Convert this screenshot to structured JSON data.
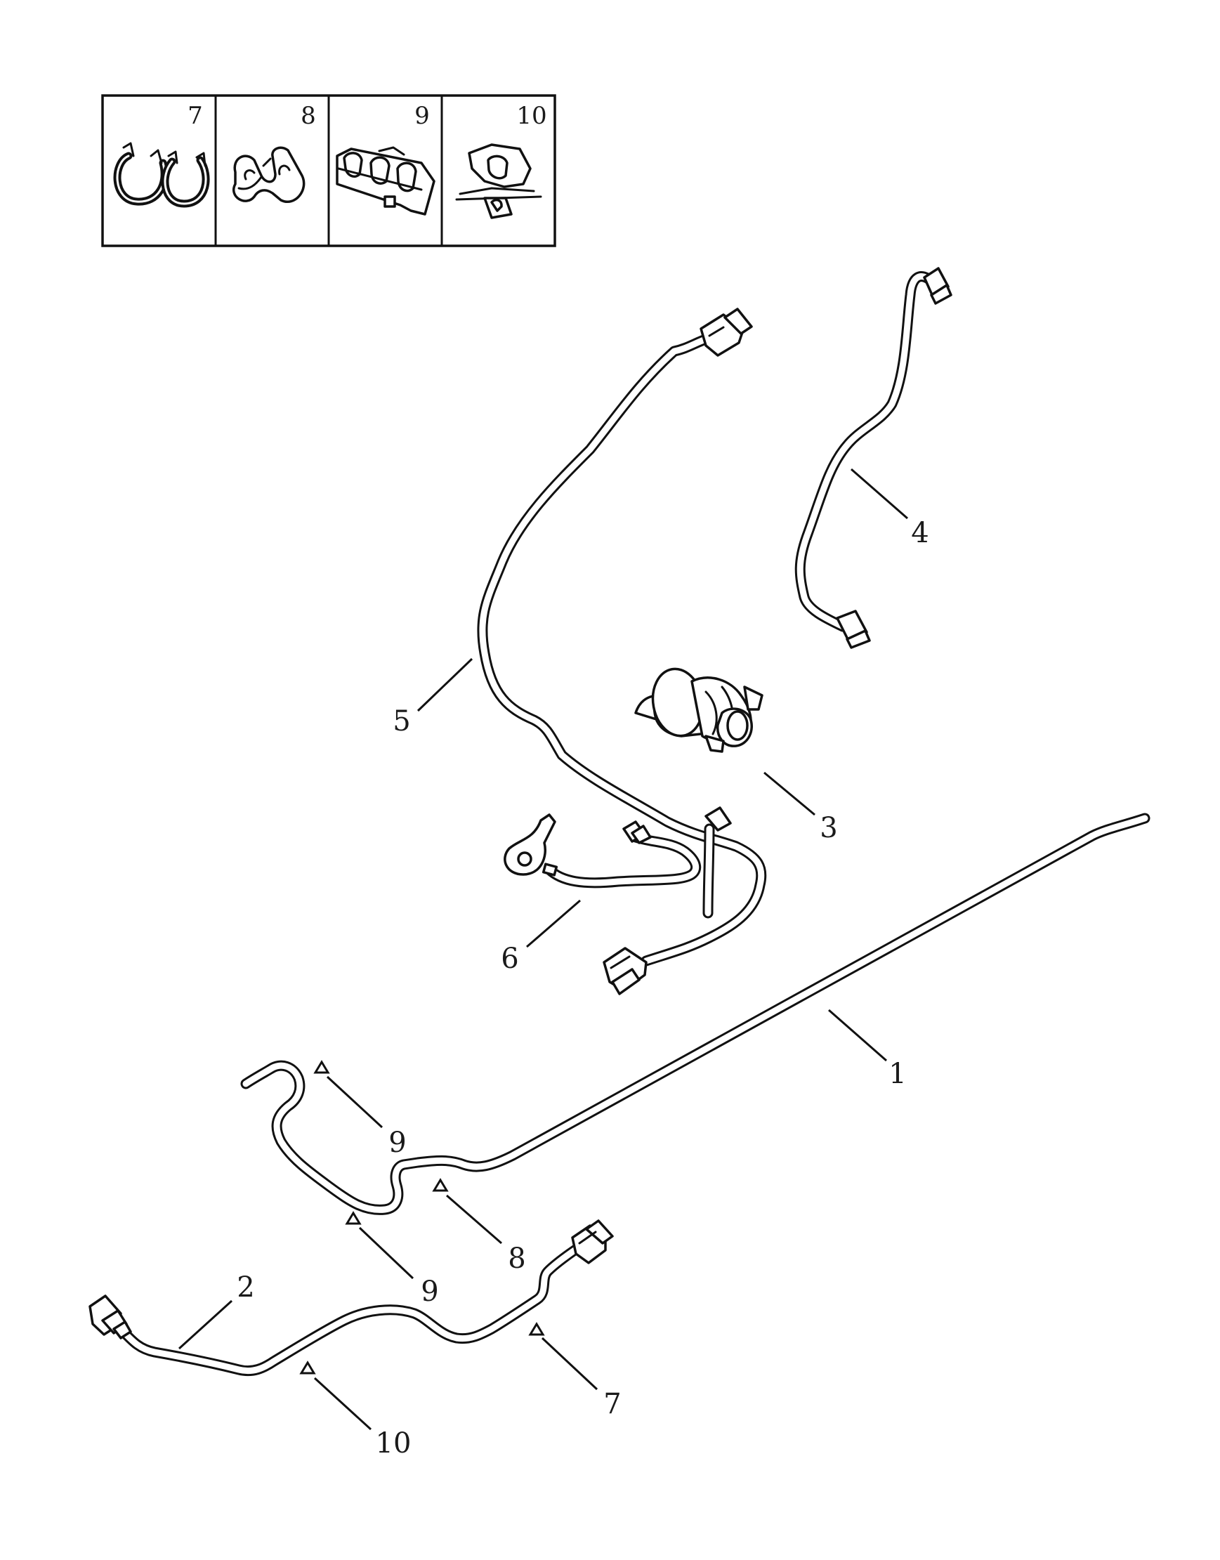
{
  "clip_panel": {
    "cells": [
      {
        "number": "7"
      },
      {
        "number": "8"
      },
      {
        "number": "9"
      },
      {
        "number": "10"
      }
    ]
  },
  "callouts": {
    "c1": "1",
    "c2": "2",
    "c3": "3",
    "c4": "4",
    "c5": "5",
    "c6": "6",
    "c7": "7",
    "c8": "8",
    "c9a": "9",
    "c9b": "9",
    "c10": "10"
  },
  "colors": {
    "line": "#111111",
    "background": "#ffffff"
  }
}
